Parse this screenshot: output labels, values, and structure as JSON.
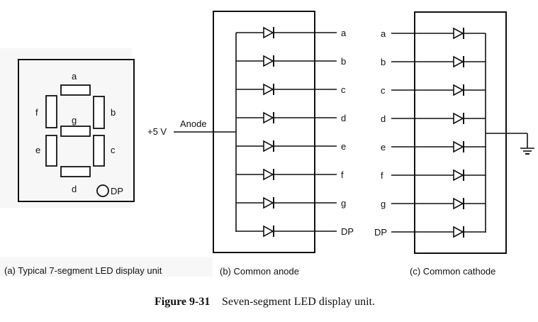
{
  "figure": {
    "number": "Figure 9-31",
    "title": "Seven-segment LED display unit."
  },
  "panel_a": {
    "caption": "(a)  Typical 7-segment LED display unit",
    "segments": [
      {
        "id": "a",
        "label": "a"
      },
      {
        "id": "b",
        "label": "b"
      },
      {
        "id": "c",
        "label": "c"
      },
      {
        "id": "d",
        "label": "d"
      },
      {
        "id": "e",
        "label": "e"
      },
      {
        "id": "f",
        "label": "f"
      },
      {
        "id": "g",
        "label": "g"
      }
    ],
    "dp_label": "DP"
  },
  "panel_b": {
    "caption": "(b)  Common anode",
    "supply_label": "+5 V",
    "anode_label": "Anode",
    "outputs": [
      "a",
      "b",
      "c",
      "d",
      "e",
      "f",
      "g",
      "DP"
    ]
  },
  "panel_c": {
    "caption": "(c)  Common cathode",
    "inputs": [
      "a",
      "b",
      "c",
      "d",
      "e",
      "f",
      "g",
      "DP"
    ],
    "ground_symbol": "ground-icon"
  }
}
